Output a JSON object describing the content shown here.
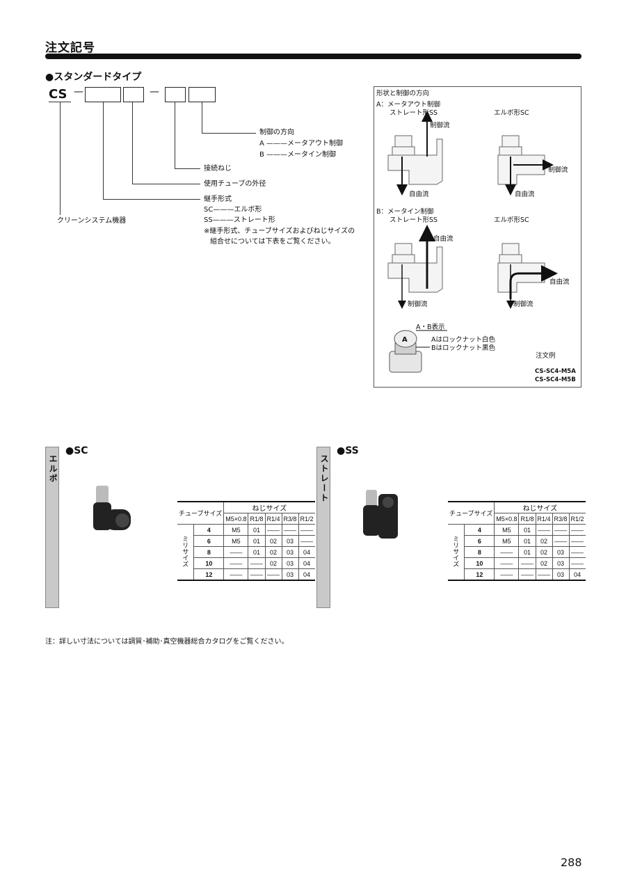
{
  "page": {
    "title": "注文記号",
    "subtitle": "●スタンダードタイプ",
    "number": "288",
    "note": "注：詳しい寸法については調質･補助･真空機器総合カタログをご覧ください。"
  },
  "code": {
    "prefix": "CS",
    "dash": "—",
    "labels": {
      "direction": "制御の方向",
      "dir_a": "A  ———メータアウト制御",
      "dir_b": "B  ———メータイン制御",
      "thread": "接続ねじ",
      "tube": "使用チューブの外径",
      "form": "継手形式",
      "form_sc": "SC———エルボ形",
      "form_ss": "SS———ストレート形",
      "note1": "※継手形式、チューブサイズおよびねじサイズの",
      "note2": "組合せについては下表をご覧ください。",
      "clean": "クリーンシステム機器"
    }
  },
  "diagram": {
    "title": "形状と制御の方向",
    "a_title": "A：メータアウト制御",
    "b_title": "B：メータイン制御",
    "straight": "ストレート形SS",
    "elbow": "エルボ形SC",
    "ctrl_flow": "制御流",
    "free_flow": "自由流",
    "ab_label": "A・B表示",
    "a_nut": "Aはロックナット白色",
    "b_nut": "Bはロックナット黒色",
    "example_title": "注文例",
    "example1": "CS-SC4-M5A",
    "example2": "CS-SC4-M5B",
    "knob_letter": "A"
  },
  "sc": {
    "side_label": "エルボ",
    "heading": "●SC",
    "table": {
      "tube_header": "チューブサイズ",
      "thread_header": "ねじサイズ",
      "mm_label": "ミリサイズ",
      "cols": [
        "M5×0.8",
        "R1/8",
        "R1/4",
        "R3/8",
        "R1/2"
      ],
      "rows": [
        {
          "size": "4",
          "cells": [
            "M5",
            "01",
            "——",
            "——",
            "——"
          ]
        },
        {
          "size": "6",
          "cells": [
            "M5",
            "01",
            "02",
            "03",
            "——"
          ]
        },
        {
          "size": "8",
          "cells": [
            "——",
            "01",
            "02",
            "03",
            "04"
          ]
        },
        {
          "size": "10",
          "cells": [
            "——",
            "——",
            "02",
            "03",
            "04"
          ]
        },
        {
          "size": "12",
          "cells": [
            "——",
            "——",
            "——",
            "03",
            "04"
          ]
        }
      ]
    }
  },
  "ss": {
    "side_label": "ストレート",
    "heading": "●SS",
    "table": {
      "tube_header": "チューブサイズ",
      "thread_header": "ねじサイズ",
      "mm_label": "ミリサイズ",
      "cols": [
        "M5×0.8",
        "R1/8",
        "R1/4",
        "R3/8",
        "R1/2"
      ],
      "rows": [
        {
          "size": "4",
          "cells": [
            "M5",
            "01",
            "——",
            "——",
            "——"
          ]
        },
        {
          "size": "6",
          "cells": [
            "M5",
            "01",
            "02",
            "——",
            "——"
          ]
        },
        {
          "size": "8",
          "cells": [
            "——",
            "01",
            "02",
            "03",
            "——"
          ]
        },
        {
          "size": "10",
          "cells": [
            "——",
            "——",
            "02",
            "03",
            "——"
          ]
        },
        {
          "size": "12",
          "cells": [
            "——",
            "——",
            "——",
            "03",
            "04"
          ]
        }
      ]
    }
  }
}
